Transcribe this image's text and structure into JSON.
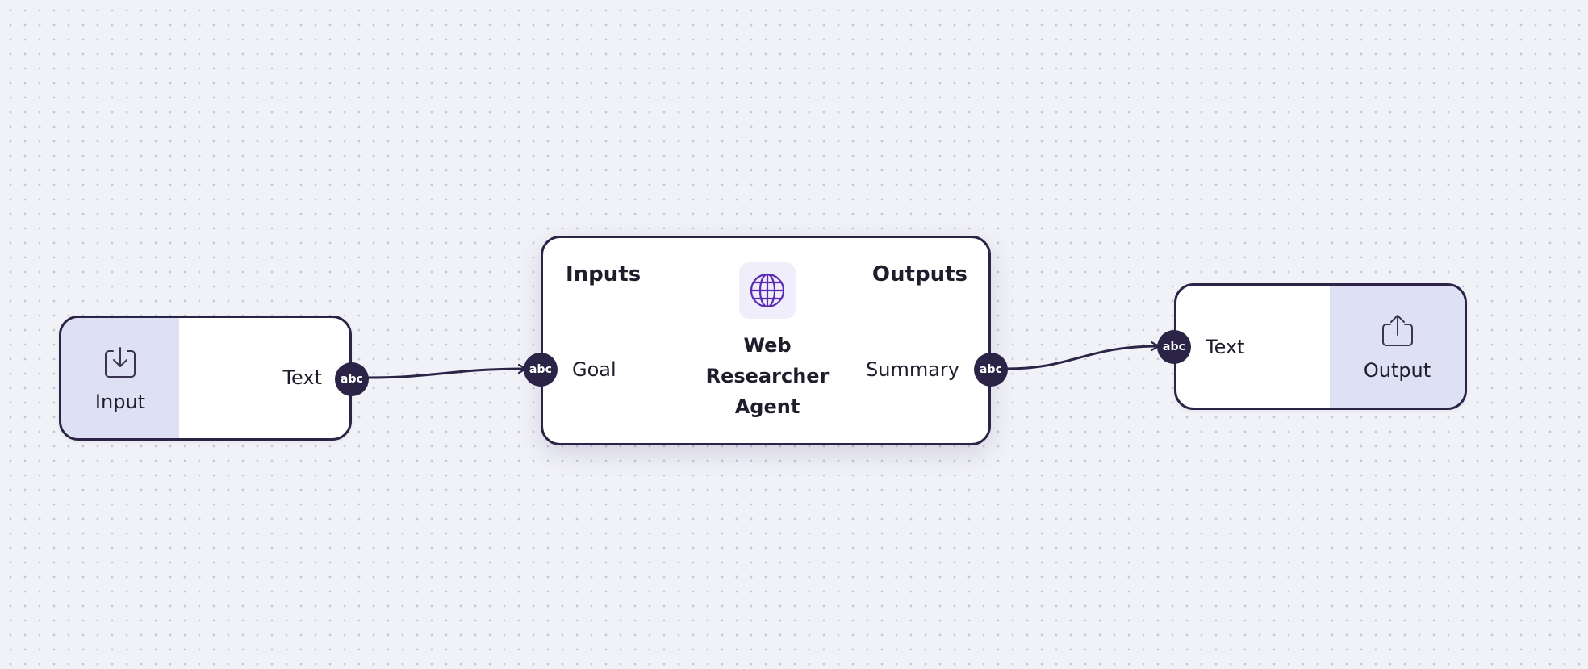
{
  "input_node": {
    "title": "Input",
    "icon": "inbox-download-icon",
    "output_port": {
      "label": "Text",
      "type_badge": "abc"
    }
  },
  "agent_node": {
    "inputs_heading": "Inputs",
    "outputs_heading": "Outputs",
    "icon": "globe-icon",
    "name_lines": [
      "Web",
      "Researcher",
      "Agent"
    ],
    "input_port": {
      "label": "Goal",
      "type_badge": "abc"
    },
    "output_port": {
      "label": "Summary",
      "type_badge": "abc"
    }
  },
  "output_node": {
    "title": "Output",
    "icon": "upload-share-icon",
    "input_port": {
      "label": "Text",
      "type_badge": "abc"
    }
  },
  "colors": {
    "canvas_bg": "#f1f2f7",
    "node_border": "#2c2446",
    "io_panel_bg": "#dde1f3",
    "handle_bg": "#2c2446",
    "globe_accent": "#5b2bb5"
  }
}
